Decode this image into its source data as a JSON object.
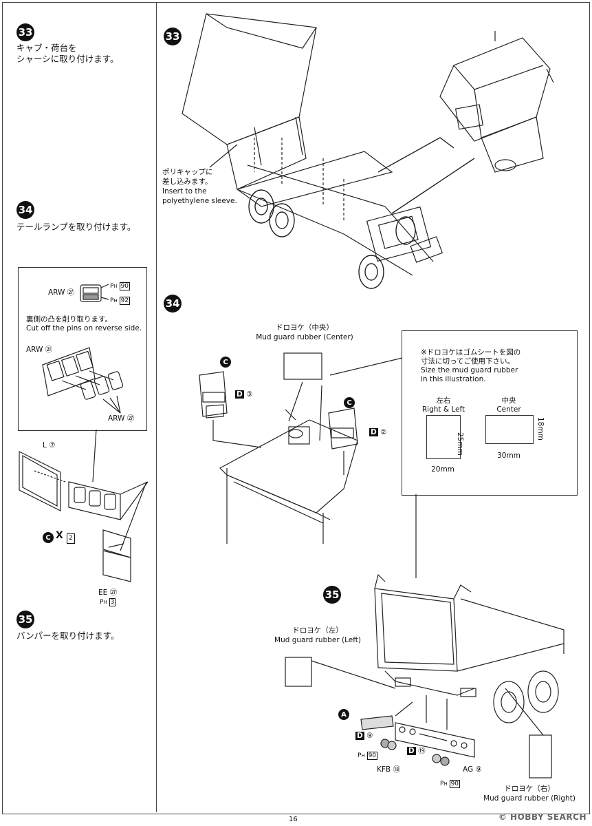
{
  "page_number": "16",
  "watermark": "© HOBBY SEARCH",
  "left_column": {
    "step33": {
      "number": "33",
      "text": "キャブ・荷台を\nシャーシに取り付けます。"
    },
    "step34": {
      "number": "34",
      "text": "テールランプを取り付けます。"
    },
    "detail_box": {
      "part_arw72": "ARW ㉗",
      "ph90": "90",
      "ph92": "92",
      "note_jp": "裏側の凸を削り取ります。",
      "note_en": "Cut off the pins on reverse side.",
      "part_arw71": "ARW ㉑",
      "part_arw72_bottom": "ARW ㉗"
    },
    "lamp": {
      "l7": "L ⑦",
      "c_x2": "X",
      "c_x2_num": "2",
      "ee27": "EE ㉗",
      "ph3": "3"
    },
    "step35": {
      "number": "35",
      "text": "バンパーを取り付けます。"
    }
  },
  "right_column": {
    "step33": {
      "number": "33",
      "note": "ポリキャップに\n差し込みます。\nInsert to the\npolyethylene sleeve."
    },
    "step34": {
      "number": "34",
      "mud_center_jp": "ドロヨケ（中央）",
      "mud_center_en": "Mud guard rubber (Center)",
      "d3": "③",
      "d2": "②",
      "size_note": "※ドロヨケはゴムシートを図の\n寸法に切ってご使用下さい。\nSize the mud guard rubber\nin this illustration.",
      "left_right_jp": "左右",
      "left_right_en": "Right & Left",
      "center_jp": "中央",
      "center_en": "Center",
      "dim_25": "25mm",
      "dim_20": "20mm",
      "dim_18": "18mm",
      "dim_30": "30mm"
    },
    "step35": {
      "number": "35",
      "mud_left_jp": "ドロヨケ（左）",
      "mud_left_en": "Mud guard rubber (Left)",
      "mud_right_jp": "ドロヨケ（右）",
      "mud_right_en": "Mud guard rubber (Right)",
      "d9": "⑨",
      "ph90a": "90",
      "d19": "⑲",
      "kfb18": "KFB ⑱",
      "ag9": "AG ⑨",
      "ph90b": "90"
    }
  }
}
